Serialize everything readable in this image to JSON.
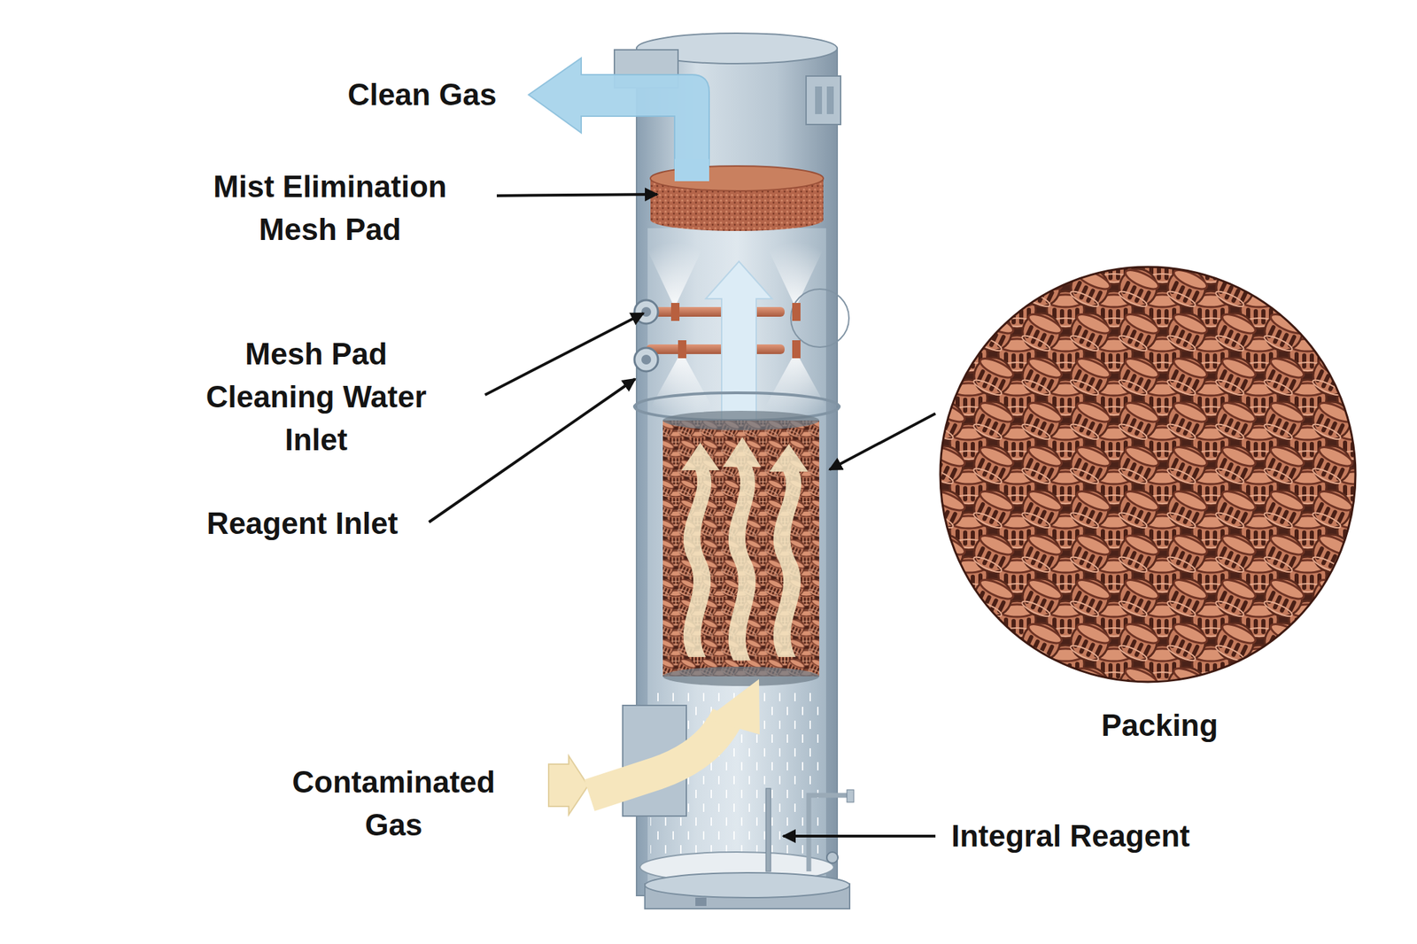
{
  "diagram": {
    "labels": [
      "Clean Gas",
      "Mist Elimination Mesh Pad",
      "Mesh Pad Cleaning Water Inlet",
      "Reagent Inlet",
      "Packing",
      "Contaminated Gas",
      "Integral Reagent"
    ]
  }
}
